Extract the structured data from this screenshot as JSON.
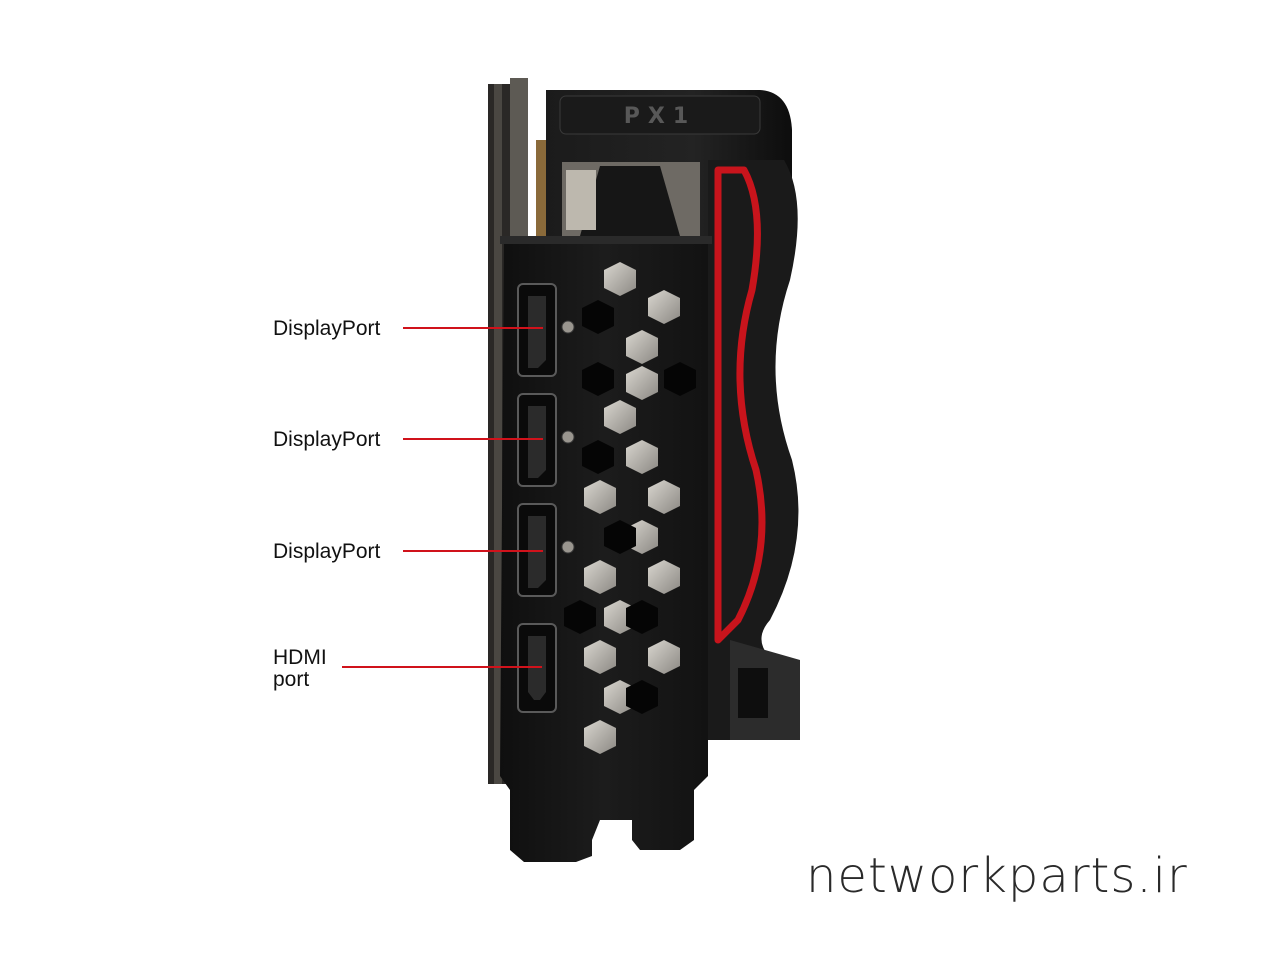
{
  "labels": {
    "port1": "DisplayPort",
    "port2": "DisplayPort",
    "port3": "DisplayPort",
    "port4_line1": "HDMI",
    "port4_line2": "port"
  },
  "shroud_logo": "PX1",
  "watermark": "networkparts.ir",
  "colors": {
    "background": "#ffffff",
    "leader_line": "#d0121b",
    "bracket": "#151515",
    "accent_red": "#c8141c"
  }
}
